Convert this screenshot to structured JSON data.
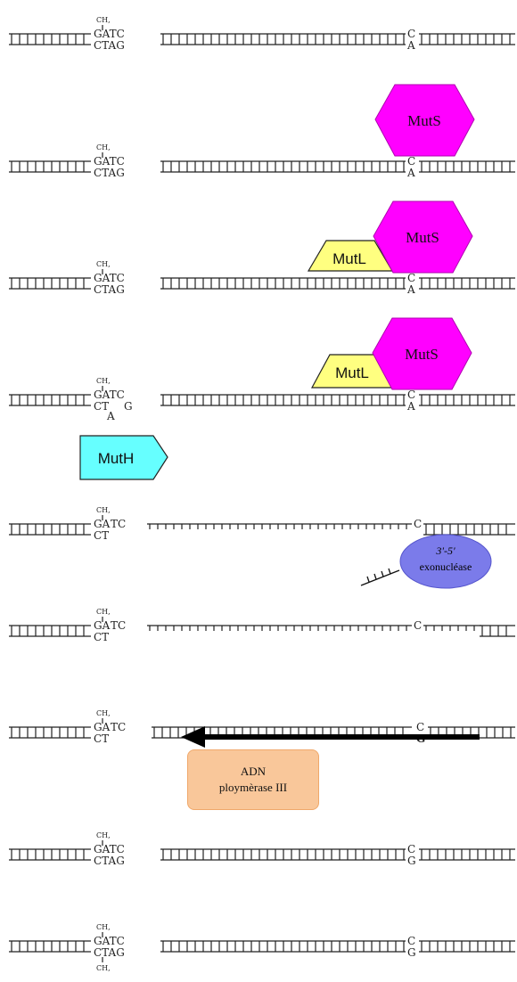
{
  "labels": {
    "methyl": "CH,",
    "gatc": "GATC",
    "ctag": "CTAG",
    "ct": "CT",
    "tc": "TC",
    "ga": "GA",
    "g": "G",
    "c": "C",
    "a": "A",
    "b": "G"
  },
  "proteins": {
    "muts": "MutS",
    "mutl": "MutL",
    "muth": "MutH",
    "exo_line1": "3'-5'",
    "exo_line2": "exonucléase",
    "pol_line1": "ADN",
    "pol_line2": "ploymèrase III"
  },
  "colors": {
    "muts": "#ff00ff",
    "mutl": "#ffff80",
    "muth": "#66ffff",
    "exo": "#7b7bea",
    "pol": "#f9c79a"
  }
}
